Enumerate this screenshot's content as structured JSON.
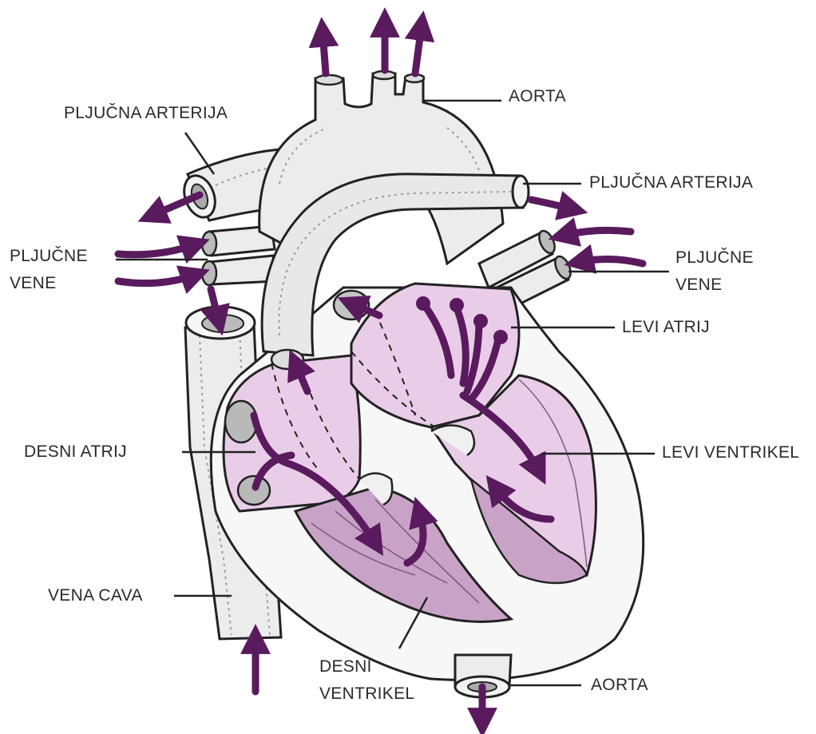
{
  "colors": {
    "arrow": "#5a1a5e",
    "chamber_fill": "#e9cde8",
    "muscle_fill": "#c9a3c7",
    "outline": "#222222",
    "vessel_fill": "#eeeeee",
    "shading": "#9a9a9a"
  },
  "labels": {
    "aorta_top": "AORTA",
    "pulmonary_artery_left": "PLJUČNA ARTERIJA",
    "pulmonary_artery_right": "PLJUČNA ARTERIJA",
    "pulmonary_veins_left": [
      "PLJUČNE",
      "VENE"
    ],
    "pulmonary_veins_right": [
      "PLJUČNE",
      "VENE"
    ],
    "left_atrium": "LEVI ATRIJ",
    "right_atrium": "DESNI ATRIJ",
    "left_ventricle": "LEVI VENTRIKEL",
    "vena_cava": "VENA CAVA",
    "right_ventricle": [
      "DESNI",
      "VENTRIKEL"
    ],
    "aorta_bottom": "AORTA"
  }
}
